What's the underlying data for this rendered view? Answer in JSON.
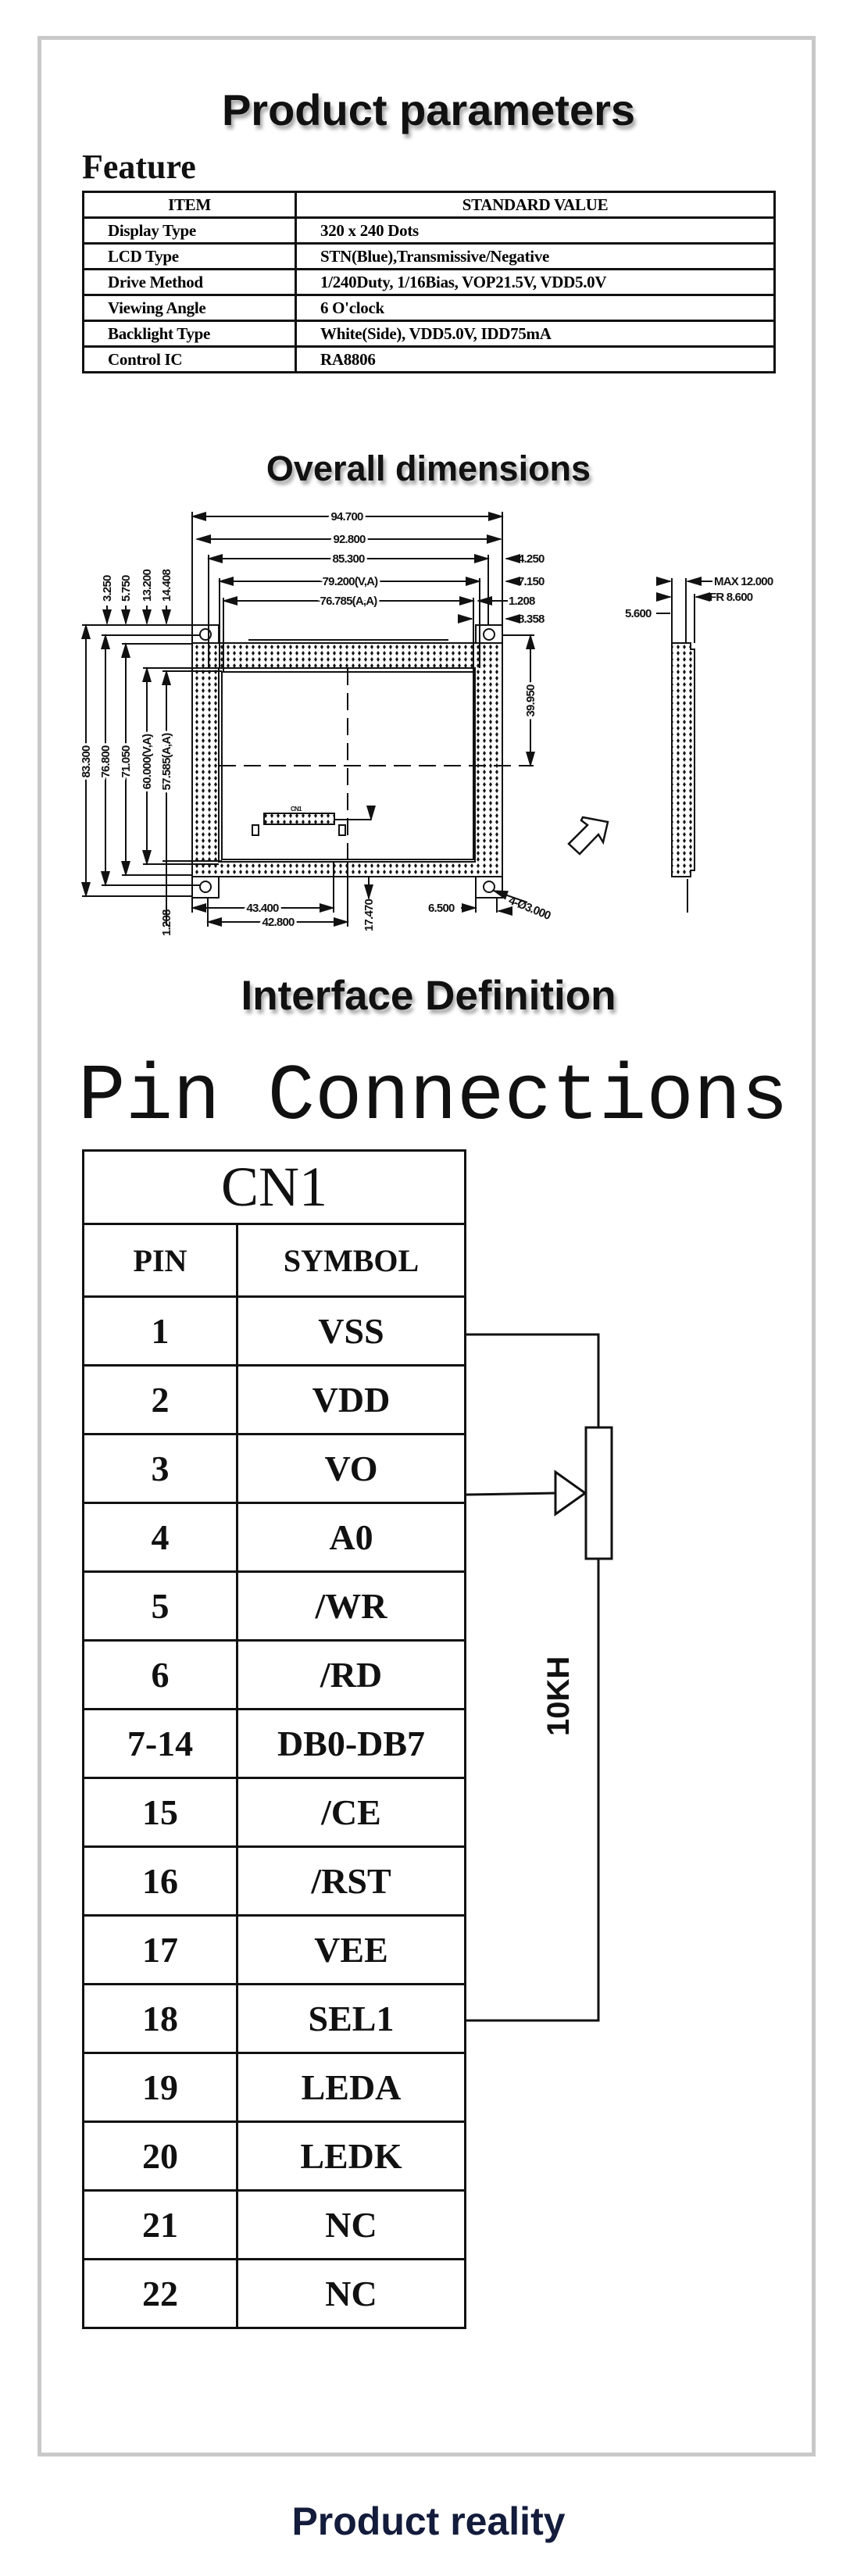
{
  "titles": {
    "product_parameters": "Product parameters",
    "overall_dimensions": "Overall dimensions",
    "interface_definition": "Interface Definition",
    "product_reality": "Product reality"
  },
  "feature": {
    "label": "Feature",
    "headers": [
      "ITEM",
      "STANDARD VALUE"
    ],
    "rows": [
      {
        "item": "Display Type",
        "value": "320 x 240 Dots"
      },
      {
        "item": "LCD Type",
        "value": "STN(Blue),Transmissive/Negative"
      },
      {
        "item": "Drive Method",
        "value": "1/240Duty, 1/16Bias, VOP21.5V, VDD5.0V"
      },
      {
        "item": "Viewing Angle",
        "value": "6 O'clock"
      },
      {
        "item": "Backlight Type",
        "value": "White(Side), VDD5.0V, IDD75mA"
      },
      {
        "item": "Control IC",
        "value": "RA8806"
      }
    ]
  },
  "dimensions": {
    "w_94_700": "94.700",
    "w_92_800": "92.800",
    "w_85_300": "85.300",
    "w_79_200": "79.200(V,A)",
    "w_76_785": "76.785(A,A)",
    "r_4_250": "4.250",
    "r_7_150": "7.150",
    "r_1_208": "1.208",
    "r_8_358": "8.358",
    "t_3_250": "3.250",
    "t_5_750": "5.750",
    "t_13_200": "13.200",
    "t_14_408": "14.408",
    "h_83_300": "83.300",
    "h_76_800": "76.800",
    "h_71_050": "71.050",
    "h_60_000": "60.000(V,A)",
    "h_57_585": "57.585(A,A)",
    "h_39_950": "39.950",
    "b_43_400": "43.400",
    "b_42_800": "42.800",
    "b_1_208": "1.208",
    "b_17_470": "17.470",
    "b_6_500": "6.500",
    "b_holes": "4-Ø3.000",
    "s_max": "MAX 12.000",
    "s_fr": "FR 8.600",
    "s_5_600": "5.600",
    "connector": "CN1"
  },
  "pins": {
    "title": "Pin Connections",
    "connector": "CN1",
    "headers": [
      "PIN",
      "SYMBOL"
    ],
    "rows": [
      {
        "pin": "1",
        "symbol": "VSS"
      },
      {
        "pin": "2",
        "symbol": "VDD"
      },
      {
        "pin": "3",
        "symbol": "VO"
      },
      {
        "pin": "4",
        "symbol": "A0"
      },
      {
        "pin": "5",
        "symbol": "/WR"
      },
      {
        "pin": "6",
        "symbol": "/RD"
      },
      {
        "pin": "7-14",
        "symbol": "DB0-DB7"
      },
      {
        "pin": "15",
        "symbol": "/CE"
      },
      {
        "pin": "16",
        "symbol": "/RST"
      },
      {
        "pin": "17",
        "symbol": "VEE"
      },
      {
        "pin": "18",
        "symbol": "SEL1"
      },
      {
        "pin": "19",
        "symbol": "LEDA"
      },
      {
        "pin": "20",
        "symbol": "LEDK"
      },
      {
        "pin": "21",
        "symbol": "NC"
      },
      {
        "pin": "22",
        "symbol": "NC"
      }
    ],
    "potentiometer_label": "10KH"
  },
  "colors": {
    "frame": "#c9c9c9",
    "ink": "#111111",
    "reality_title": "#141c3c"
  }
}
